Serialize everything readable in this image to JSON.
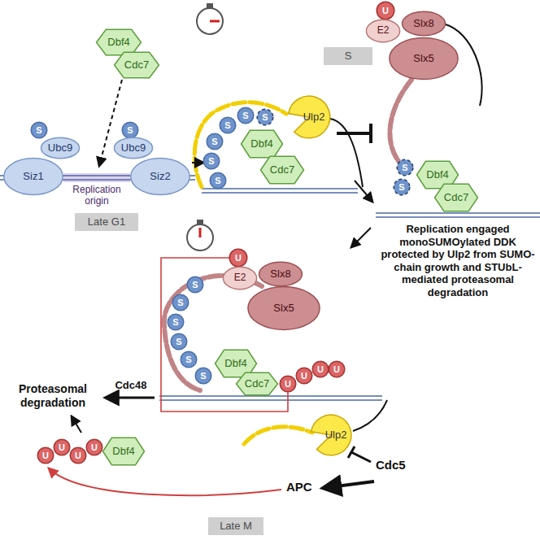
{
  "diagram": {
    "nodes": [
      {
        "text": [
          "Dbf4"
        ]
      },
      {
        "text": [
          "Cdc7"
        ]
      },
      {
        "text": [
          "S"
        ]
      },
      {
        "text": [
          "U"
        ]
      },
      {
        "text": [
          "E2"
        ]
      },
      {
        "text": [
          "Slx8"
        ]
      },
      {
        "text": [
          "Slx5"
        ]
      },
      {
        "text": [
          "S"
        ]
      },
      {
        "text": [
          "Ubc9"
        ]
      },
      {
        "text": [
          "Siz1"
        ]
      },
      {
        "text": [
          "S"
        ]
      },
      {
        "text": [
          "Ubc9"
        ]
      },
      {
        "text": [
          "Siz2"
        ]
      },
      {
        "text": [
          "Late G1"
        ]
      },
      {
        "text": [
          "S"
        ]
      },
      {
        "text": [
          "S"
        ]
      },
      {
        "text": [
          "S"
        ]
      },
      {
        "text": [
          "S"
        ]
      },
      {
        "text": [
          "S"
        ]
      },
      {
        "text": [
          "S"
        ]
      },
      {
        "text": [
          "Ulp2"
        ]
      },
      {
        "text": [
          "Dbf4"
        ]
      },
      {
        "text": [
          "Cdc7"
        ]
      },
      {
        "text": [
          "S"
        ]
      },
      {
        "text": [
          "S"
        ]
      },
      {
        "text": [
          "Dbf4"
        ]
      },
      {
        "text": [
          "Cdc7"
        ]
      },
      {
        "text": [
          "U"
        ]
      },
      {
        "text": [
          "E2"
        ]
      },
      {
        "text": [
          "Slx8"
        ]
      },
      {
        "text": [
          "Slx5"
        ]
      },
      {
        "text": [
          "S"
        ]
      },
      {
        "text": [
          "S"
        ]
      },
      {
        "text": [
          "S"
        ]
      },
      {
        "text": [
          "S"
        ]
      },
      {
        "text": [
          "S"
        ]
      },
      {
        "text": [
          "S"
        ]
      },
      {
        "text": [
          "Dbf4"
        ]
      },
      {
        "text": [
          "Cdc7"
        ]
      },
      {
        "text": [
          "U"
        ]
      },
      {
        "text": [
          "U"
        ]
      },
      {
        "text": [
          "U"
        ]
      },
      {
        "text": [
          "U"
        ]
      },
      {
        "text": [
          "U"
        ]
      },
      {
        "text": [
          "U"
        ]
      },
      {
        "text": [
          "U"
        ]
      },
      {
        "text": [
          "U"
        ]
      },
      {
        "text": [
          "Dbf4"
        ]
      },
      {
        "text": [
          "Ulp2"
        ]
      },
      {
        "text": [
          "Late M"
        ]
      }
    ],
    "edges": [
      {
        "from": 27,
        "to": 39,
        "arrow": "none"
      }
    ],
    "labels": [
      "Replication origin",
      "Replication engaged monoSUMOylated DDK protected by Ulp2 from SUMO-chain growth and STUbL-mediated proteasomal degradation",
      "Cdc48",
      "Proteasomal degradation",
      "Cdc5",
      "APC"
    ]
  }
}
